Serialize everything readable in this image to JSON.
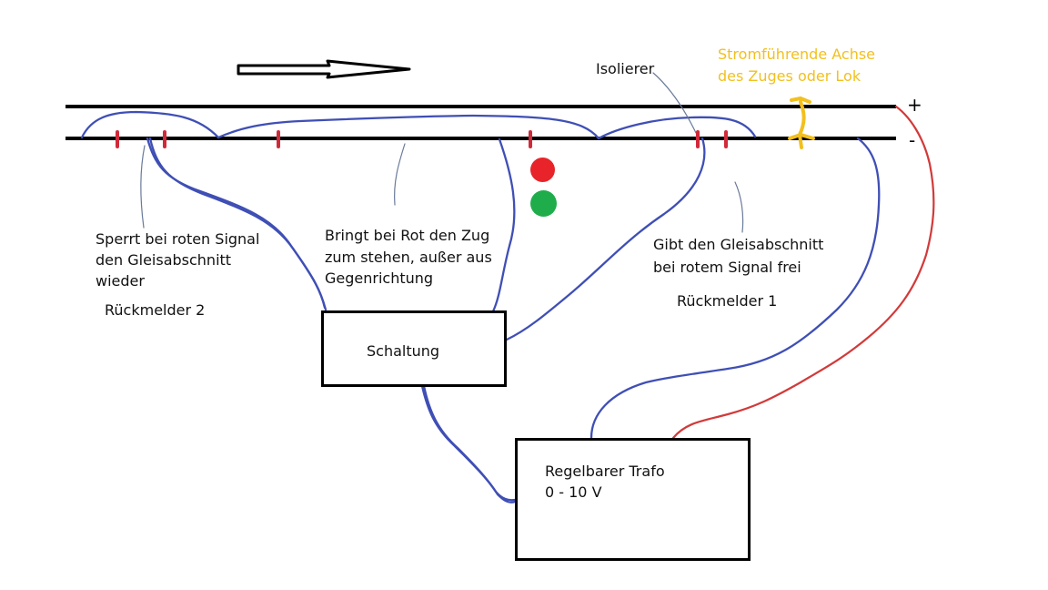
{
  "labels": {
    "isolierer": "Isolierer",
    "axle_line1": "Stromführende Achse",
    "axle_line2": "des Zuges oder Lok",
    "plus": "+",
    "minus": "-",
    "sperrt_line1": "Sperrt bei roten Signal",
    "sperrt_line2": "den Gleisabschnitt",
    "sperrt_line3": "wieder",
    "rueckmelder2": "Rückmelder 2",
    "bringt_line1": "Bringt bei Rot den Zug",
    "bringt_line2": "zum stehen, außer aus",
    "bringt_line3": "Gegenrichtung",
    "gibt_line1": "Gibt den Gleisabschnitt",
    "gibt_line2": "bei rotem Signal frei",
    "rueckmelder1": "Rückmelder 1",
    "schaltung": "Schaltung",
    "trafo_line1": "Regelbarer Trafo",
    "trafo_line2": "0 - 10 V"
  },
  "colors": {
    "rail": "#000000",
    "wire_blue": "#3f4fb5",
    "wire_red": "#d23a3a",
    "isolator": "#d02a3a",
    "signal_red": "#e8242a",
    "signal_green": "#1fad4b",
    "axle": "#f2c01e"
  }
}
